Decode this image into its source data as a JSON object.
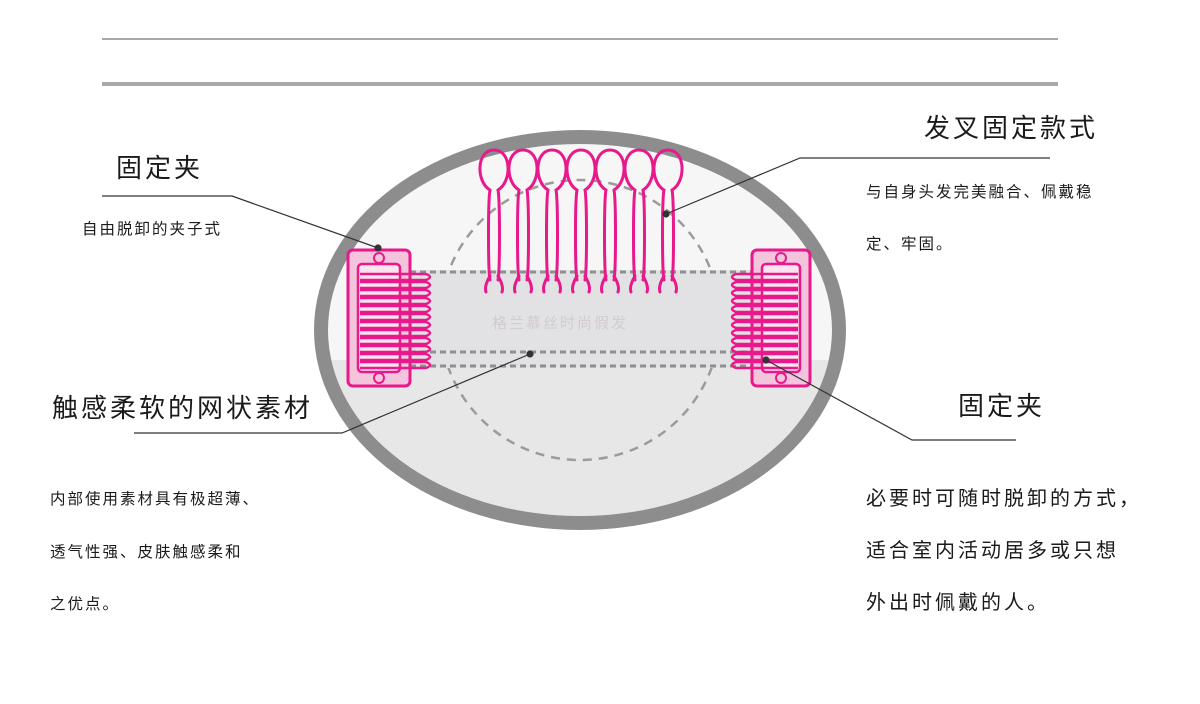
{
  "labels": {
    "top_right_heading": "发叉固定款式",
    "top_right_desc": [
      "与自身头发完美融合、佩戴稳",
      "定、牢固。"
    ],
    "left_clip_heading": "固定夹",
    "left_clip_desc": "自由脱卸的夹子式",
    "mesh_heading": "触感柔软的网状素材",
    "mesh_desc": [
      "内部使用素材具有极超薄、",
      "透气性强、皮肤触感柔和",
      "之优点。"
    ],
    "right_clip_heading": "固定夹",
    "right_clip_desc": [
      "必要时可随时脱卸的方式，",
      "适合室内活动居多或只想",
      "外出时佩戴的人。"
    ]
  },
  "watermark": "格兰慕丝时尚假发",
  "colors": {
    "accent": "#e8198b",
    "cap_ring": "#8d8d8d",
    "cap_fill": "#e7e7e9",
    "line": "#333333"
  }
}
